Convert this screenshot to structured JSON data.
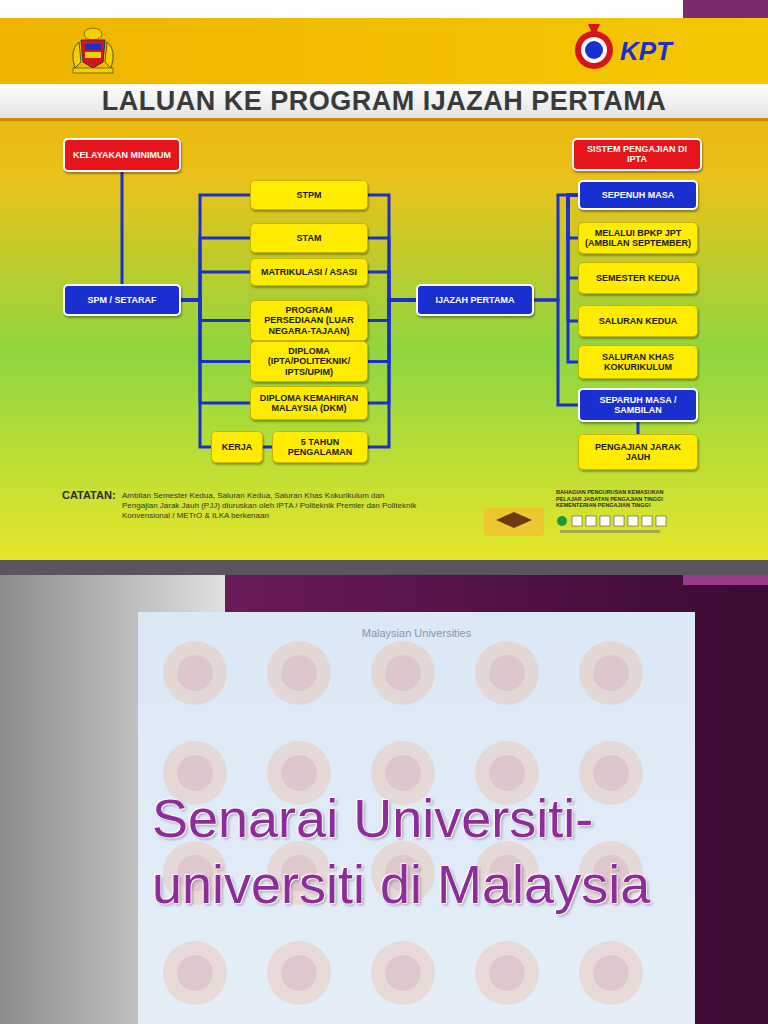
{
  "diagram": {
    "title": "LALUAN KE PROGRAM IJAZAH PERTAMA",
    "nodes": [
      {
        "text": [
          "KELAYAKAN MINIMUM"
        ]
      },
      {
        "text": [
          "SPM / SETARAF"
        ]
      },
      {
        "text": [
          "STPM"
        ]
      },
      {
        "text": [
          "STAM"
        ]
      },
      {
        "text": [
          "MATRIKULASI / ASASI"
        ]
      },
      {
        "text": [
          "PROGRAM PERSEDIAAN (LUAR NEGARA-TAJAAN)"
        ]
      },
      {
        "text": [
          "DIPLOMA (IPTA/POLITEKNIK/ IPTS/UPIM)"
        ]
      },
      {
        "text": [
          "DIPLOMA KEMAHIRAN MALAYSIA (DKM)"
        ]
      },
      {
        "text": [
          "KERJA"
        ]
      },
      {
        "text": [
          "5 TAHUN PENGALAMAN"
        ]
      },
      {
        "text": [
          "IJAZAH PERTAMA"
        ]
      },
      {
        "text": [
          "SISTEM PENGAJIAN DI IPTA"
        ]
      },
      {
        "text": [
          "SEPENUH MASA"
        ]
      },
      {
        "text": [
          "MELALUI BPKP JPT (AMBILAN SEPTEMBER)"
        ]
      },
      {
        "text": [
          "SEMESTER KEDUA"
        ]
      },
      {
        "text": [
          "SALURAN KEDUA"
        ]
      },
      {
        "text": [
          "SALURAN KHAS KOKURIKULUM"
        ]
      },
      {
        "text": [
          "SEPARUH MASA / SAMBILAN"
        ]
      },
      {
        "text": [
          "PENGAJIAN JARAK JAUH"
        ]
      }
    ],
    "edges": [
      {
        "from": 0,
        "to": 1,
        "arrow": "none"
      },
      {
        "from": 1,
        "to": 2,
        "arrow": "none"
      },
      {
        "from": 1,
        "to": 3,
        "arrow": "none"
      },
      {
        "from": 1,
        "to": 4,
        "arrow": "none"
      },
      {
        "from": 1,
        "to": 5,
        "arrow": "none"
      },
      {
        "from": 1,
        "to": 6,
        "arrow": "none"
      },
      {
        "from": 1,
        "to": 7,
        "arrow": "none"
      },
      {
        "from": 1,
        "to": 8,
        "arrow": "none"
      },
      {
        "from": 8,
        "to": 9,
        "arrow": "none"
      },
      {
        "from": 2,
        "to": 10,
        "arrow": "none"
      },
      {
        "from": 3,
        "to": 10,
        "arrow": "none"
      },
      {
        "from": 4,
        "to": 10,
        "arrow": "none"
      },
      {
        "from": 5,
        "to": 10,
        "arrow": "none"
      },
      {
        "from": 6,
        "to": 10,
        "arrow": "none"
      },
      {
        "from": 7,
        "to": 10,
        "arrow": "none"
      },
      {
        "from": 9,
        "to": 10,
        "arrow": "none"
      },
      {
        "from": 10,
        "to": 12,
        "arrow": "none"
      },
      {
        "from": 10,
        "to": 17,
        "arrow": "none"
      },
      {
        "from": 12,
        "to": 13,
        "arrow": "none"
      },
      {
        "from": 12,
        "to": 14,
        "arrow": "none"
      },
      {
        "from": 12,
        "to": 15,
        "arrow": "none"
      },
      {
        "from": 12,
        "to": 16,
        "arrow": "none"
      },
      {
        "from": 17,
        "to": 18,
        "arrow": "none"
      }
    ],
    "labels": [
      "KPT",
      "CATATAN:",
      "Ambilan Semester Kedua, Saluran Kedua, Saluran Khas Kokurikulum dan Pengajian Jarak Jauh (PJJ) diuruskan oleh IPTA / Politeknik Premier dan Politeknik Konvensional / METrO & ILKA berkenaan",
      "BAHAGIAN PENGURUSAN KEMASUKAN PELAJAR JABATAN PENGAJIAN TINGGI KEMENTERIAN PENGAJIAN TINGGI",
      "Malaysian Universities",
      "Senarai Universiti-universiti di Malaysia"
    ]
  }
}
